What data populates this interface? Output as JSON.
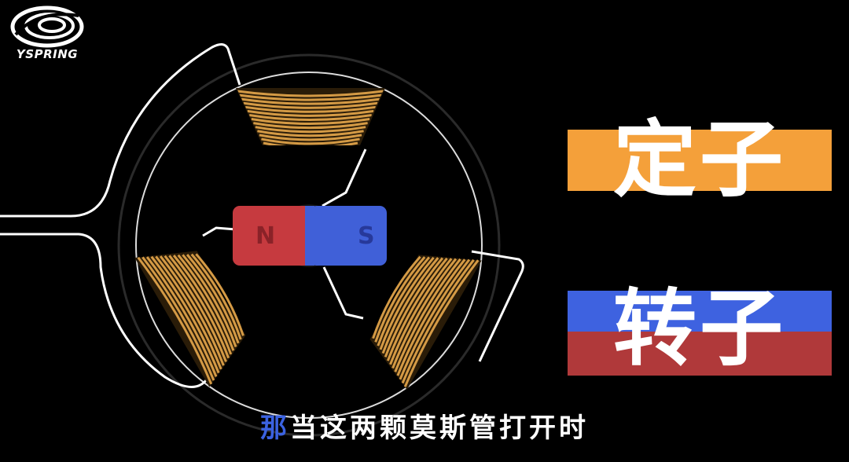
{
  "logo": {
    "text": "YSPRING",
    "icon": "spiral-logo-icon"
  },
  "magnet": {
    "north_label": "N",
    "south_label": "S"
  },
  "labels": {
    "stator": {
      "text": "定子",
      "colors": [
        "#f4a03a"
      ]
    },
    "rotor": {
      "text": "转子",
      "colors": [
        "#3e62e0",
        "#b0393a"
      ]
    }
  },
  "subtitle": {
    "highlight": "那",
    "rest": "当这两颗莫斯管打开时",
    "highlight_color": "#3b62e0"
  },
  "colors": {
    "coil": "#d49a45",
    "north": "#c63a3f",
    "south": "#4060d8",
    "wire": "#ffffff"
  }
}
